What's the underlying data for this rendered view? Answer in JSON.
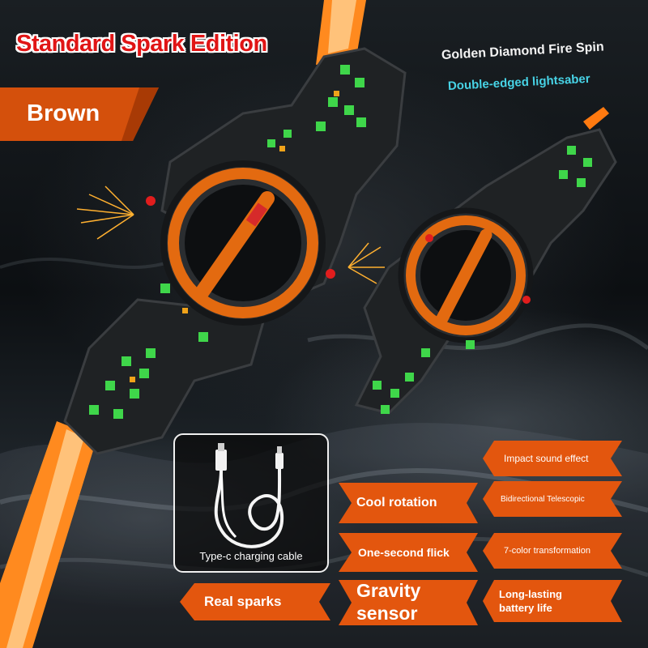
{
  "header": {
    "edition": "Standard Spark Edition",
    "tagline_1": "Golden Diamond Fire Spin",
    "tagline_2": "Double-edged lightsaber"
  },
  "color_banner": {
    "label": "Brown"
  },
  "accessory": {
    "label": "Type-c charging cable"
  },
  "features": {
    "impact_sound": "Impact sound effect",
    "cool_rotation": "Cool rotation",
    "telescopic": "Bidirectional Telescopic",
    "flick": "One-second flick",
    "color_transform": "7-color transformation",
    "real_sparks": "Real sparks",
    "gravity_line1": "Gravity",
    "gravity_line2": "sensor",
    "battery_line1": "Long-lasting",
    "battery_line2": "battery life"
  },
  "colors": {
    "banner_orange": "#d4500c",
    "saber_orange": "#ff8a1f",
    "edition_red": "#e01515",
    "tagline_cyan": "#47d3e6",
    "pixel_green": "#3fd64a"
  }
}
